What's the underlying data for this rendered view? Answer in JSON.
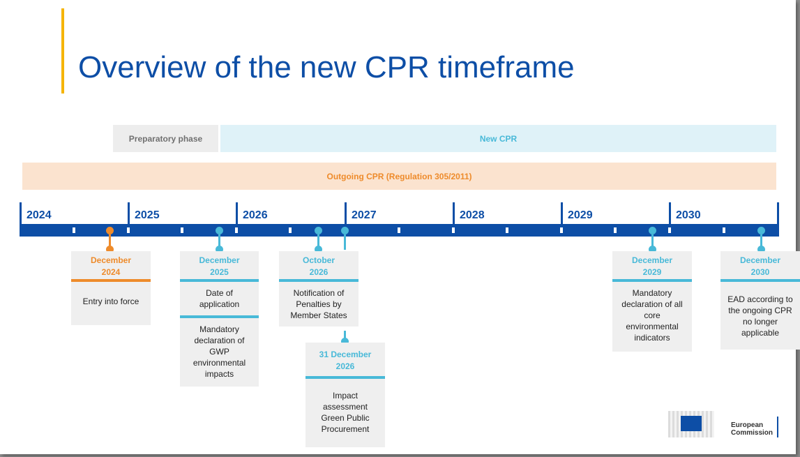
{
  "title": "Overview of the new CPR timeframe",
  "phases": {
    "preparatory": "Preparatory phase",
    "new_cpr": "New CPR",
    "outgoing": "Outgoing CPR (Regulation 305/2011)"
  },
  "years": [
    "2024",
    "2025",
    "2026",
    "2027",
    "2028",
    "2029",
    "2030"
  ],
  "milestones": [
    {
      "date_top": "December",
      "date_bottom": "2024",
      "texts": [
        "Entry into force"
      ],
      "color": "#ee8b2b"
    },
    {
      "date_top": "December",
      "date_bottom": "2025",
      "texts": [
        "Date of application",
        "Mandatory declaration of GWP environmental impacts"
      ],
      "color": "#48b9d8"
    },
    {
      "date_top": "October",
      "date_bottom": "2026",
      "texts": [
        "Notification of Penalties by Member States"
      ],
      "color": "#48b9d8"
    },
    {
      "date_top": "31 December",
      "date_bottom": "2026",
      "texts": [
        "Impact assessment Green Public Procurement"
      ],
      "color": "#48b9d8"
    },
    {
      "date_top": "December",
      "date_bottom": "2029",
      "texts": [
        "Mandatory declaration of all core environmental indicators"
      ],
      "color": "#48b9d8"
    },
    {
      "date_top": "December",
      "date_bottom": "2030",
      "texts": [
        "EAD according to the ongoing CPR no longer applicable"
      ],
      "color": "#48b9d8"
    }
  ],
  "logo": {
    "line1": "European",
    "line2": "Commission"
  },
  "colors": {
    "title": "#0d4ea6",
    "axis": "#0d4ea6",
    "accent": "#f5b400",
    "orange": "#ee8b2b",
    "blue": "#48b9d8"
  }
}
